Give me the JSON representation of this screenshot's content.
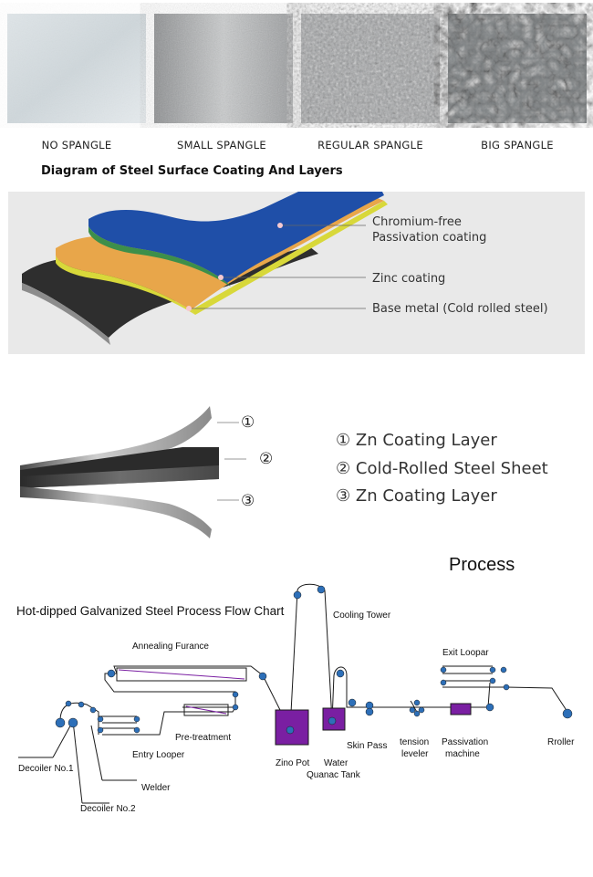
{
  "spangles": [
    {
      "label": "NO SPANGLE"
    },
    {
      "label": "SMALL SPANGLE"
    },
    {
      "label": "REGULAR SPANGLE"
    },
    {
      "label": "BIG SPANGLE"
    }
  ],
  "coating_diagram": {
    "title": "Diagram of Steel Surface Coating And Layers",
    "annotations": [
      {
        "line1": "Chromium-free",
        "line2": "Passivation coating"
      },
      {
        "line1": "Zinc coating"
      },
      {
        "line1": "Base metal (Cold rolled steel)"
      }
    ],
    "colors": {
      "passivation": "#1f4fa8",
      "zinc": "#e8a64a",
      "zinc_edge": "#d8d83a",
      "base": "#333333"
    }
  },
  "sheet_layers": {
    "markers": [
      "①",
      "②",
      "③"
    ],
    "legend": [
      {
        "num": "①",
        "text": "Zn Coating Layer"
      },
      {
        "num": "②",
        "text": "Cold-Rolled Steel Sheet"
      },
      {
        "num": "③",
        "text": "Zn Coating Layer"
      }
    ]
  },
  "process": {
    "heading": "Process",
    "title": "Hot-dipped Galvanized Steel Process Flow Chart",
    "labels": {
      "cooling_tower": "Cooling Tower",
      "annealing": "Annealing  Furance",
      "exit_looper": "Exit Loopar",
      "pretreatment": "Pre-treatment",
      "entry_looper": "Entry Looper",
      "zinc_pot": "Zino Pot",
      "water": "Water",
      "quench": "Quanac Tank",
      "skin_pass": "Skin Pass",
      "tension1": "tension",
      "tension2": "leveler",
      "passivation1": "Passivation",
      "passivation2": "machine",
      "rroller": "Rroller",
      "decoiler1": "Decoiler  No.1",
      "welder": "Welder",
      "decoiler2": "Decoiler  No.2"
    },
    "colors": {
      "roller": "#2d6fb8",
      "tank": "#7a1fa2"
    }
  }
}
